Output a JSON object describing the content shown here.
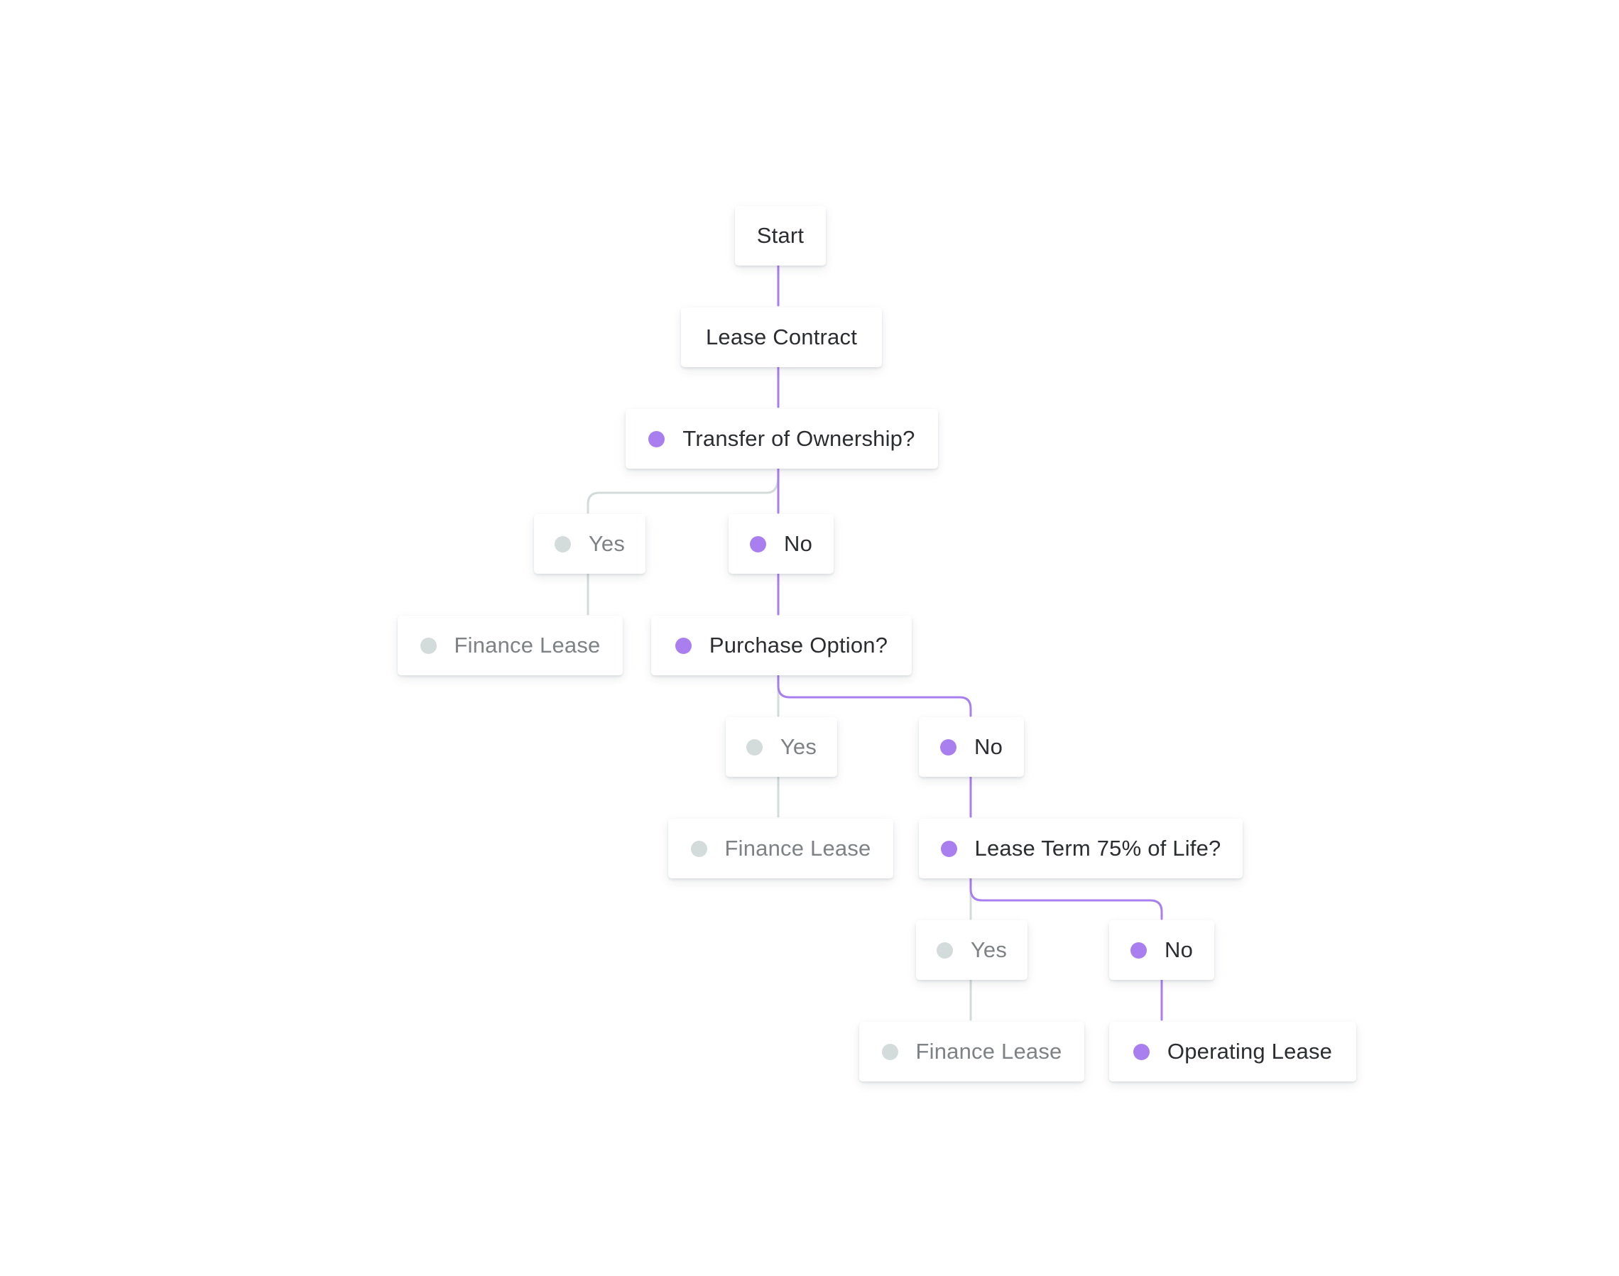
{
  "colors": {
    "active": "#a97ff0",
    "muted": "#d3dcdb",
    "active_text": "#2b2d30",
    "muted_text": "#7e8285"
  },
  "nodes": {
    "start": {
      "label": "Start"
    },
    "lease_contract": {
      "label": "Lease Contract"
    },
    "transfer_of_ownership": {
      "label": "Transfer of Ownership?"
    },
    "ownership_yes": {
      "label": "Yes"
    },
    "ownership_no": {
      "label": "No"
    },
    "ownership_yes_result": {
      "label": "Finance Lease"
    },
    "purchase_option": {
      "label": "Purchase Option?"
    },
    "purchase_yes": {
      "label": "Yes"
    },
    "purchase_no": {
      "label": "No"
    },
    "purchase_yes_result": {
      "label": "Finance Lease"
    },
    "lease_term": {
      "label": "Lease Term 75% of Life?"
    },
    "term_yes": {
      "label": "Yes"
    },
    "term_no": {
      "label": "No"
    },
    "term_yes_result": {
      "label": "Finance Lease"
    },
    "operating_lease": {
      "label": "Operating Lease"
    }
  }
}
